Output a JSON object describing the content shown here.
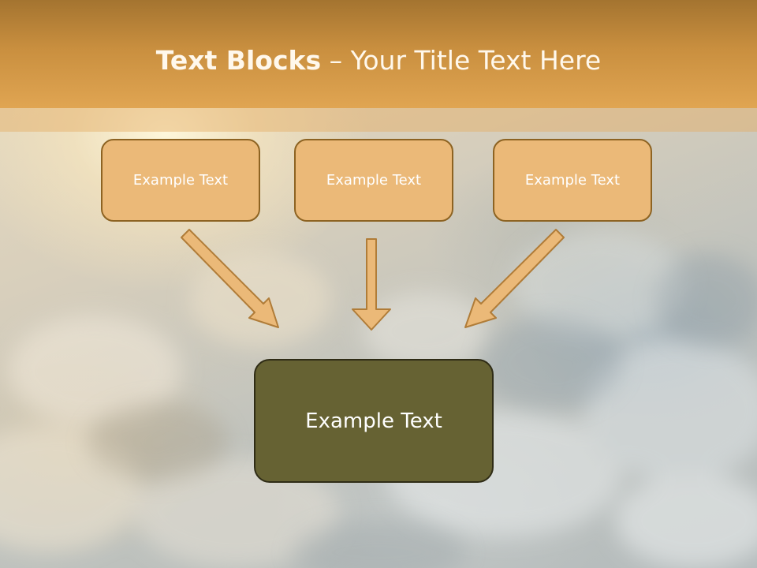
{
  "slide": {
    "title_bold": "Text Blocks",
    "title_dash": "–",
    "title_rest": "Your Title Text Here"
  },
  "blocks": {
    "top": [
      {
        "text": "Example Text"
      },
      {
        "text": "Example Text"
      },
      {
        "text": "Example Text"
      }
    ],
    "bottom": {
      "text": "Example Text"
    }
  },
  "colors": {
    "header": "#d89a48",
    "top_box_fill": "#ebb978",
    "top_box_border": "#8d6322",
    "bottom_box_fill": "#666233",
    "arrow_fill": "#ebb978",
    "arrow_stroke": "#b07c38"
  }
}
